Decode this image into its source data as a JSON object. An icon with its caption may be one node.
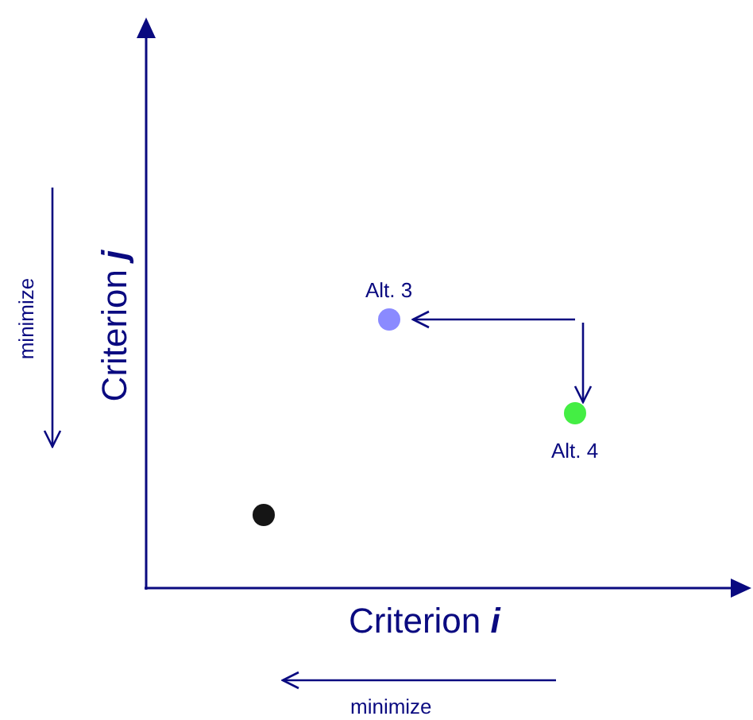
{
  "diagram": {
    "nodes": [
      {
        "text": [
          "Alt. 3"
        ]
      },
      {
        "text": [
          "Alt. 4"
        ]
      },
      {
        "text": [],
        "shape": "circle"
      }
    ],
    "edges": [
      {
        "from": null,
        "to": 0,
        "arrow": "to"
      },
      {
        "from": null,
        "to": 1,
        "arrow": "to"
      }
    ],
    "labels": [
      "minimize",
      "Criterion **j**",
      "Criterion **i**",
      "minimize"
    ]
  }
}
